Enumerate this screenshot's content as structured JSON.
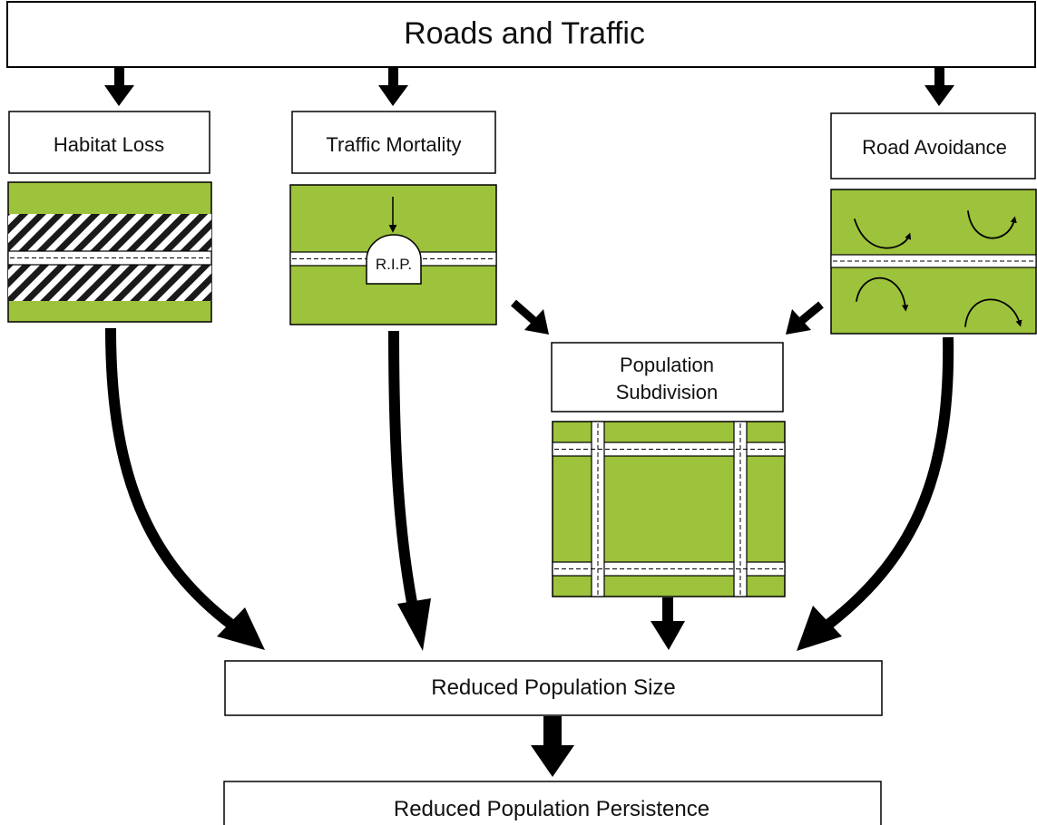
{
  "title": "Roads and Traffic",
  "boxes": {
    "habitat_loss": "Habitat Loss",
    "traffic_mortality": "Traffic Mortality",
    "road_avoidance": "Road Avoidance",
    "population_subdivision_line1": "Population",
    "population_subdivision_line2": "Subdivision",
    "reduced_population_size": "Reduced Population Size",
    "reduced_population_persistence": "Reduced Population Persistence"
  },
  "tombstone_label": "R.I.P.",
  "colors": {
    "habitat_green": "#9dc23b",
    "road": "#ffffff",
    "outline": "#000000"
  }
}
